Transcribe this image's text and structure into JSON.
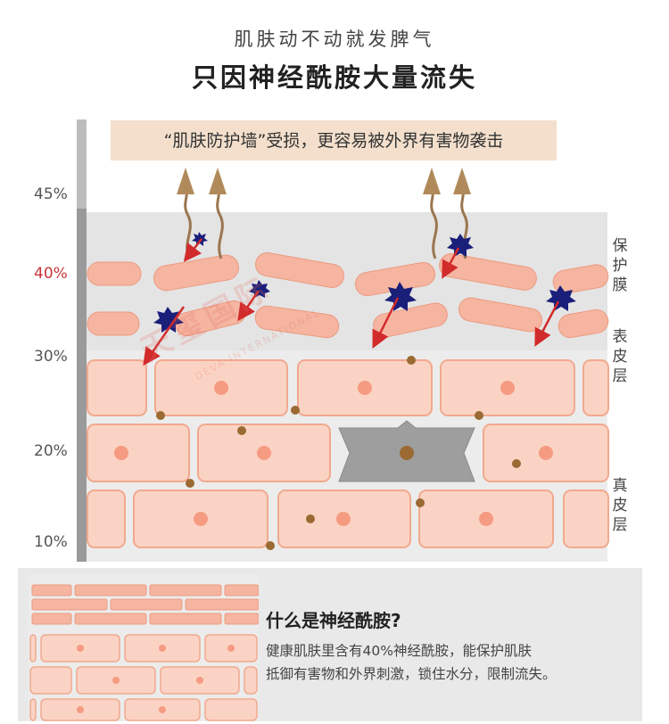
{
  "header": {
    "subtitle": "肌肤动不动就发脾气",
    "title": "只因神经酰胺大量流失"
  },
  "banner": {
    "text": "“肌肤防护墙”受损，更容易被外界有害物袭击"
  },
  "scale": {
    "labels": [
      "45%",
      "40%",
      "30%",
      "20%",
      "10%"
    ],
    "highlight": "40%"
  },
  "layers": {
    "protective": "保护膜",
    "epidermis": "表皮层",
    "dermis": "真皮层"
  },
  "info": {
    "title": "什么是神经酰胺?",
    "line1": "健康肌肤里含有40%神经酰胺，能保护肌肤",
    "line2": "抵御有害物和外界刺激，锁住水分，限制流失。"
  },
  "watermark": {
    "brand": "天玺国际",
    "brand_en": "DEVA INTERNATIONAL"
  },
  "colors": {
    "brick": "#f5b5a0",
    "cell": "#fbd3c4",
    "cell_border": "#f0a98e",
    "nucleus": "#f59b82",
    "germ": "#1a1f7a",
    "arrow_red": "#d22b2b",
    "dot": "#9a6a32",
    "banner_bg": "#f3dfcc"
  }
}
